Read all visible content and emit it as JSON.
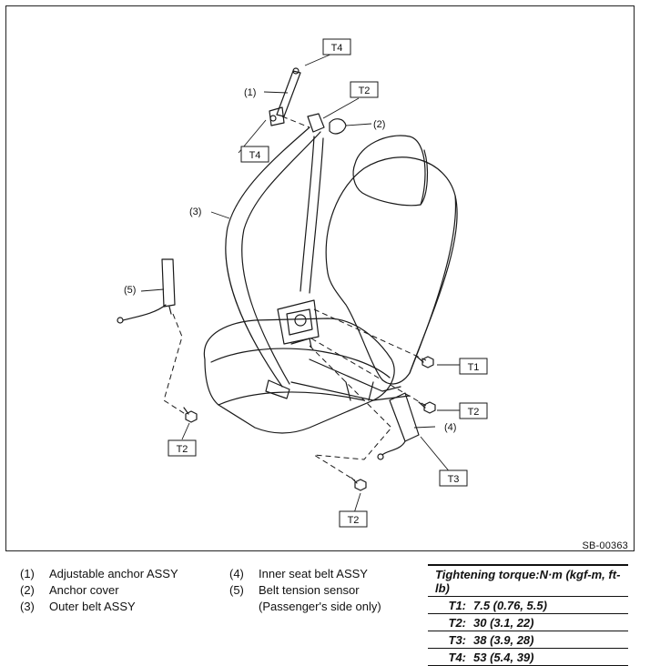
{
  "figure_code": "SB-00363",
  "torque_tags": {
    "t1": "T1",
    "t2": "T2",
    "t3": "T3",
    "t4": "T4"
  },
  "callouts": [
    "(1)",
    "(2)",
    "(3)",
    "(4)",
    "(5)"
  ],
  "legend": [
    {
      "num": "(1)",
      "text": "Adjustable anchor ASSY"
    },
    {
      "num": "(2)",
      "text": "Anchor cover"
    },
    {
      "num": "(3)",
      "text": "Outer belt ASSY"
    },
    {
      "num": "(4)",
      "text": "Inner seat belt ASSY"
    },
    {
      "num": "(5)",
      "text": "Belt tension sensor",
      "text2": "(Passenger's side only)"
    }
  ],
  "torque_table": {
    "heading": "Tightening torque:N·m (kgf-m, ft-lb)",
    "rows": [
      {
        "key": "T1:",
        "value": "7.5 (0.76, 5.5)"
      },
      {
        "key": "T2:",
        "value": "30 (3.1, 22)"
      },
      {
        "key": "T3:",
        "value": "38 (3.9, 28)"
      },
      {
        "key": "T4:",
        "value": "53 (5.4, 39)"
      }
    ]
  }
}
